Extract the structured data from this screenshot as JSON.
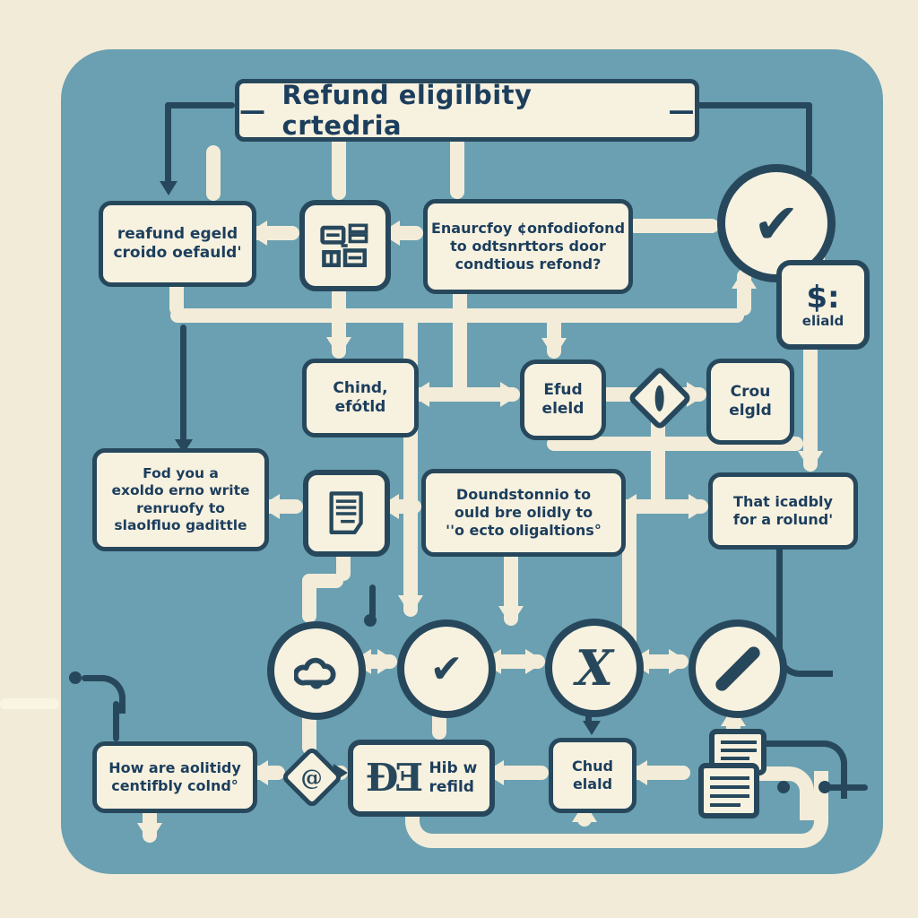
{
  "palette": {
    "page_bg": "#f2ebd8",
    "panel_bg": "#6aa0b1",
    "node_bg": "#f7f1df",
    "line_cream": "#f3ecd9",
    "ink_navy": "#27485c",
    "text_navy": "#1c3e5d"
  },
  "title": {
    "dash_left": "—",
    "text": "Refund eligilbity crtedria",
    "dash_right": "—"
  },
  "nodes": {
    "refund_egeld": {
      "text": "reafund egeld\ncroido oefauld'"
    },
    "enaurcfoy": {
      "text": "Enaurcfoy ¢onfodiofond\nto odtsnrttors door\ncondtious refond?"
    },
    "dollar": {
      "symbol": "$:",
      "text": "eliald"
    },
    "chind": {
      "text": "Chind,\nefótld"
    },
    "efud": {
      "text": "Efud\neleld"
    },
    "crou": {
      "text": "Crou\nelgld"
    },
    "fod_you": {
      "text": "Fod you a\nexoldo erno write\nrenruofy to\nslaolfluo gadittle"
    },
    "doundstonnio": {
      "text": "Doundstonnio to\nould bre olidly to\n''o ecto oligaltions°"
    },
    "that_icadbly": {
      "text": "That icadbly\nfor a rolund'"
    },
    "how_are": {
      "text": "How are aolitidy\ncentifbly colnd°"
    },
    "hib_refild": {
      "text": "Hib w\nrefild"
    },
    "chud": {
      "text": "Chud\nelald"
    }
  },
  "icons": {
    "check_large": "✔",
    "check_small": "✔",
    "x_mark": "X",
    "at_spiral": "@",
    "slash": "/",
    "monogram": "ĐƎ",
    "grid": "grid-icon",
    "document": "document-icon",
    "documents_stack": "documents-stack-icon",
    "cloud": "cloud-icon",
    "diamond_dot": "ring-dot"
  }
}
